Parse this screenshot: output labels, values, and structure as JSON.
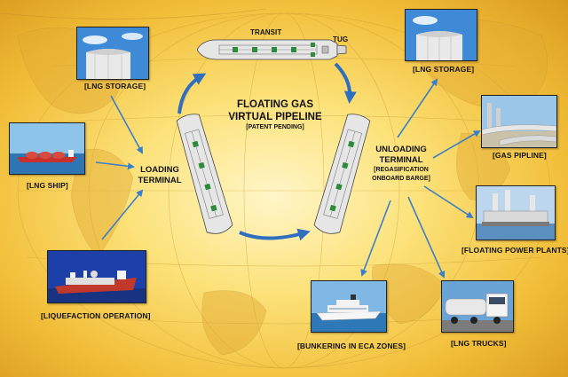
{
  "title": {
    "line1": "FLOATING GAS",
    "line2": "VIRTUAL PIPELINE",
    "note": "[PATENT PENDING]"
  },
  "terminals": {
    "loading_line1": "LOADING",
    "loading_line2": "TERMINAL",
    "unloading_line1": "UNLOADING",
    "unloading_line2": "TERMINAL",
    "unloading_note1": "[REGASIFICATION",
    "unloading_note2": "ONBOARD BARGE]"
  },
  "vessels": {
    "transit": "TRANSIT",
    "tug": "TUG"
  },
  "sources": [
    {
      "label": "[LNG STORAGE]",
      "icon": "lng-storage-tank-photo"
    },
    {
      "label": "[LNG SHIP]",
      "icon": "lng-ship-photo"
    },
    {
      "label": "[LIQUEFACTION OPERATION]",
      "icon": "liquefaction-vessel-photo"
    }
  ],
  "destinations": [
    {
      "label": "[LNG STORAGE]",
      "icon": "lng-storage-tank-photo"
    },
    {
      "label": "[GAS PIPLINE]",
      "icon": "gas-pipeline-photo"
    },
    {
      "label": "[FLOATING POWER PLANTS]",
      "icon": "power-plant-photo"
    },
    {
      "label": "[LNG TRUCKS]",
      "icon": "lng-truck-photo"
    },
    {
      "label": "[BUNKERING IN ECA ZONES]",
      "icon": "cruise-ship-photo"
    }
  ],
  "colors": {
    "arrow": "#3a7fc8",
    "cycle_arrow": "#2f6fbf",
    "barge_deck": "#e6e6e6",
    "barge_green": "#2d8a3a",
    "background_gold": "#f2bf3a"
  }
}
